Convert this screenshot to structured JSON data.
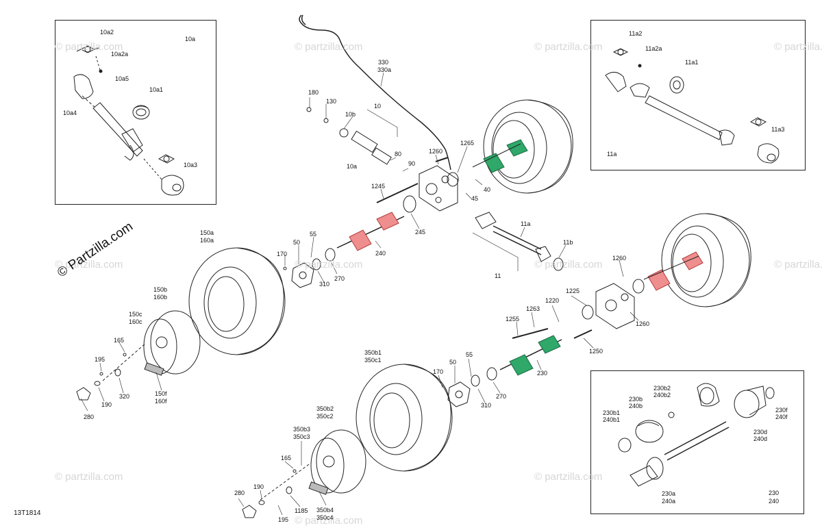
{
  "diagram": {
    "code": "13T1814",
    "brand": "© Partzilla.com",
    "watermark": "© partzilla.com",
    "colors": {
      "outline": "#222222",
      "accent_green": "#2fa86a",
      "accent_red": "#d9534f",
      "watermark": "#d6d6d6"
    },
    "inset_10a": {
      "title": "10a",
      "labels": [
        "10a2",
        "10a2a",
        "10a5",
        "10a1",
        "10a4",
        "10a3"
      ]
    },
    "inset_11a": {
      "title": "11a",
      "labels": [
        "11a2",
        "11a2a",
        "11a1",
        "11a3"
      ]
    },
    "inset_230": {
      "title_line1": "230",
      "title_line2": "240",
      "labels": [
        "230b2",
        "240b2",
        "230b",
        "240b",
        "230b1",
        "240b1",
        "230f",
        "240f",
        "230d",
        "240d",
        "230a",
        "240a"
      ]
    },
    "callouts": [
      "180",
      "130",
      "10b",
      "10",
      "330",
      "330a",
      "80",
      "90",
      "10a",
      "1260",
      "1265",
      "40",
      "45",
      "1245",
      "245",
      "11a",
      "11b",
      "11",
      "240",
      "270",
      "310",
      "50",
      "55",
      "170",
      "150a",
      "160a",
      "150b",
      "160b",
      "150c",
      "160c",
      "165",
      "195",
      "190",
      "280",
      "320",
      "150f",
      "160f",
      "1260",
      "1225",
      "1220",
      "1263",
      "1255",
      "1250",
      "1260",
      "230",
      "350b1",
      "350c1",
      "50",
      "55",
      "170",
      "270",
      "310",
      "350b2",
      "350c2",
      "350b3",
      "350c3",
      "165",
      "190",
      "280",
      "195",
      "1185",
      "350b4",
      "350c4"
    ]
  }
}
